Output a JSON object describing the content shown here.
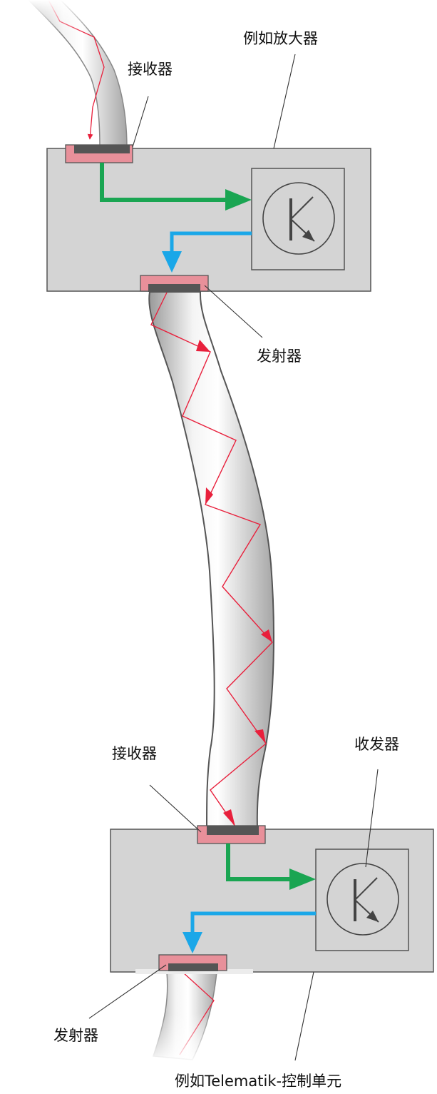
{
  "labels": {
    "amplifier": "例如放大器",
    "receiver_top": "接收器",
    "transmitter_top": "发射器",
    "receiver_bottom": "接收器",
    "transceiver": "收发器",
    "transmitter_bottom": "发射器",
    "control_unit": "例如Telematik-控制单元"
  },
  "colors": {
    "box_fill": "#d4d4d4",
    "box_stroke": "#555555",
    "connector_fill": "#e8909a",
    "connector_dark": "#555555",
    "signal_green": "#1aa552",
    "signal_blue": "#1aa7e8",
    "light_ray": "#e8203c",
    "fiber_edge": "#555555"
  },
  "icons": {
    "transistor_top": "transistor-icon",
    "transistor_bottom": "transistor-icon"
  }
}
